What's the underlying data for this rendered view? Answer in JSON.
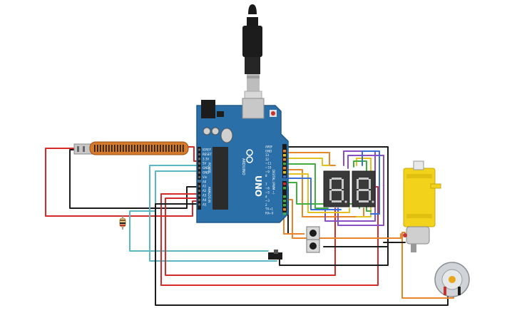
{
  "board": {
    "name": "arduino-uno",
    "label_uno": "UNO",
    "label_brand": "ARDUINO",
    "label_digital": "DIGITAL (PWM ~)",
    "label_analog": "ANALOG IN",
    "label_power": "POWER",
    "pins_power": [
      "IOREF",
      "RESET",
      "3.3V",
      "5V",
      "GND",
      "GND",
      "Vin"
    ],
    "pins_analog": [
      "A0",
      "A1",
      "A2",
      "A3",
      "A4",
      "A5"
    ],
    "pins_digital_top": [
      "AREF",
      "GND",
      "13",
      "12",
      "~11",
      "~10",
      "~9",
      "8"
    ],
    "pins_digital_bottom": [
      "7",
      "~6",
      "~5",
      "4",
      "~3",
      "2",
      "TX→1",
      "RX←0"
    ],
    "colors": {
      "board": "#2a6fa8",
      "board_edge": "#1f5a8a",
      "header": "#1b1b1b",
      "chip": "#2b2b2b"
    }
  },
  "displays": [
    {
      "name": "seven-segment-left",
      "digit": "8."
    },
    {
      "name": "seven-segment-right",
      "digit": "8."
    }
  ],
  "components": {
    "flex_sensor": "flex-sensor",
    "resistor": "resistor",
    "buttons": [
      "pushbutton-1",
      "pushbutton-2"
    ],
    "slide_switch": "slide-switch",
    "gear_motor": "yellow-gear-motor",
    "dc_motor": "dc-motor",
    "usb": "usb-cable"
  },
  "wire_colors": {
    "red": "#d42a2a",
    "black": "#1c1c1c",
    "teal": "#5ab8c4",
    "orange": "#e8842a",
    "purple": "#8a4fc4",
    "green": "#3fae3f",
    "yellow": "#e3c21f",
    "blue": "#3a6fd8"
  }
}
